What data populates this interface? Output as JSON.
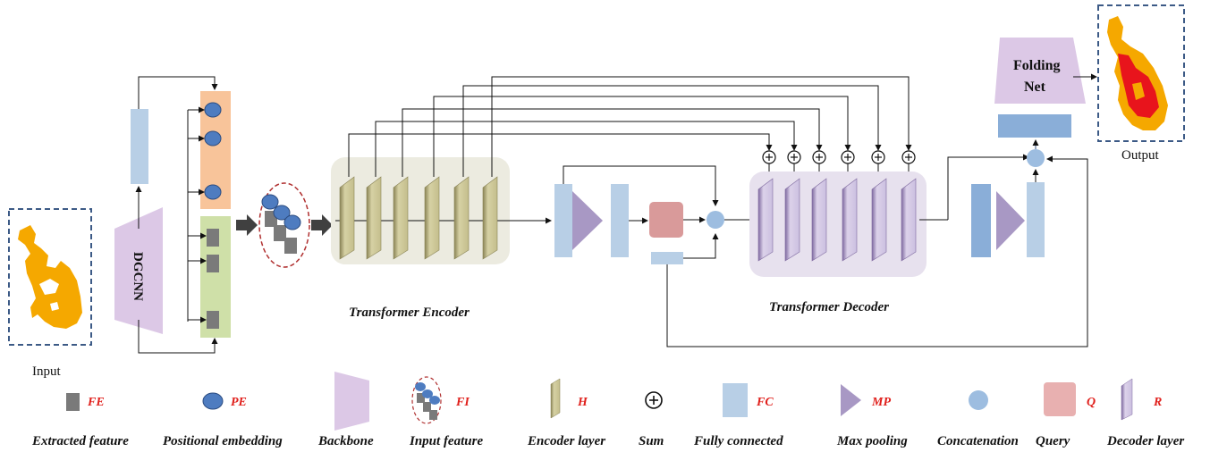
{
  "labels": {
    "input": "Input",
    "output": "Output",
    "backbone_block": "DGCNN",
    "folding_net_line1": "Folding",
    "folding_net_line2": "Net",
    "transformer_encoder": "Transformer Encoder",
    "transformer_decoder": "Transformer Decoder"
  },
  "legend": [
    {
      "icon": "gray-square-icon",
      "abbr": "FE",
      "desc": "Extracted feature"
    },
    {
      "icon": "blue-ellipse-icon",
      "abbr": "PE",
      "desc": "Positional embedding"
    },
    {
      "icon": "trapezoid-icon",
      "abbr": "",
      "desc": "Backbone"
    },
    {
      "icon": "input-feature-icon",
      "abbr": "FI",
      "desc": "Input feature"
    },
    {
      "icon": "encoder-layer-icon",
      "abbr": "H",
      "desc": "Encoder layer"
    },
    {
      "icon": "circle-plus-icon",
      "abbr": "",
      "desc": "Sum"
    },
    {
      "icon": "light-blue-rect-icon",
      "abbr": "FC",
      "desc": "Fully connected"
    },
    {
      "icon": "triangle-icon",
      "abbr": "MP",
      "desc": "Max pooling"
    },
    {
      "icon": "blue-circle-icon",
      "abbr": "",
      "desc": "Concatenation"
    },
    {
      "icon": "pink-square-icon",
      "abbr": "Q",
      "desc": "Query"
    },
    {
      "icon": "decoder-layer-icon",
      "abbr": "R",
      "desc": "Decoder layer"
    }
  ],
  "colors": {
    "orange_cloud": "#f5a800",
    "red_points": "#e8141c",
    "backbone": "#dcc8e6",
    "pe_panel": "#f8c49a",
    "fe_panel": "#cfe0a8",
    "fc": "#b8cfe6",
    "fc_dark": "#8aaed8",
    "encoder_bg": "#ecebe0",
    "decoder_bg": "#e7e1ee",
    "encoder_layer": "#d4cfa0",
    "decoder_layer": "#d6cce6",
    "query": "#d99a9a",
    "maxpool": "#a898c4",
    "pe_ellipse": "#4e7cc0",
    "fe_square": "#7a7a7a",
    "dashed_red": "#b03030",
    "dashed_blue": "#3c5a86"
  }
}
